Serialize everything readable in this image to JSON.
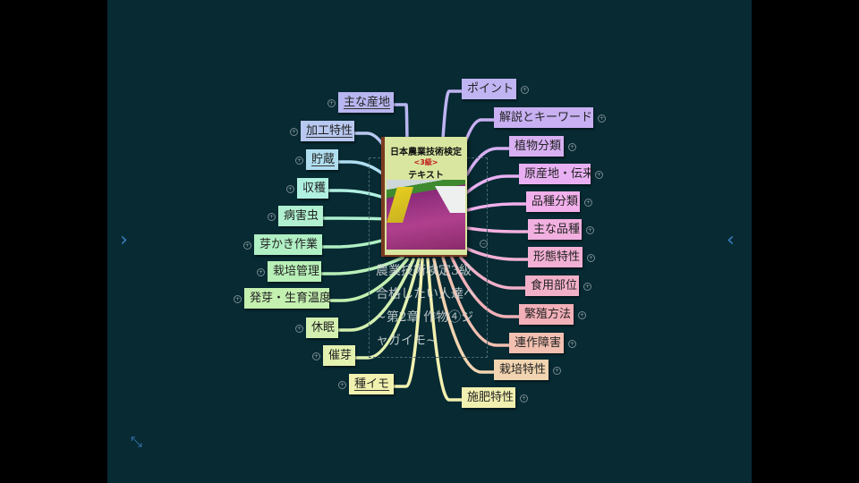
{
  "book": {
    "title": "日本農業技術検定",
    "grade": "<3級>",
    "subtitle": "テキスト"
  },
  "central_title": [
    "農業技術検定3級",
    "合格したい人達へ",
    "~第2章 作物④ジ",
    "ャガイモ~"
  ],
  "left_nodes": [
    {
      "label": "主な産地",
      "color": "#b8b6f0"
    },
    {
      "label": "加工特性",
      "color": "#b8c8f0"
    },
    {
      "label": "貯蔵",
      "color": "#b0def0"
    },
    {
      "label": "収穫",
      "color": "#b0f0e0"
    },
    {
      "label": "病害虫",
      "color": "#b0f0d0"
    },
    {
      "label": "芽かき作業",
      "color": "#b0f0c4"
    },
    {
      "label": "栽培管理",
      "color": "#b8f0b8"
    },
    {
      "label": "発芽・生育温度",
      "color": "#c4f0b0"
    },
    {
      "label": "休眠",
      "color": "#d4f0b0"
    },
    {
      "label": "催芽",
      "color": "#e4f2b0"
    },
    {
      "label": "種イモ",
      "color": "#f2f2b0"
    }
  ],
  "right_nodes": [
    {
      "label": "ポイント",
      "color": "#c0b4f2"
    },
    {
      "label": "解説とキーワード",
      "color": "#c8b0f2"
    },
    {
      "label": "植物分類",
      "color": "#d8b0f2"
    },
    {
      "label": "原産地・伝来",
      "color": "#e8b0f2"
    },
    {
      "label": "品種分類",
      "color": "#f2b0ec"
    },
    {
      "label": "主な品種",
      "color": "#f2b0e0"
    },
    {
      "label": "形態特性",
      "color": "#f2b0d4"
    },
    {
      "label": "食用部位",
      "color": "#f2b0c8"
    },
    {
      "label": "繁殖方法",
      "color": "#f2b0b8"
    },
    {
      "label": "連作障害",
      "color": "#f2c0b0"
    },
    {
      "label": "栽培特性",
      "color": "#f2d4b0"
    },
    {
      "label": "施肥特性",
      "color": "#f2f0b0"
    }
  ],
  "nav": {
    "prev": "‹",
    "next": "‹",
    "exit": "⤡"
  }
}
